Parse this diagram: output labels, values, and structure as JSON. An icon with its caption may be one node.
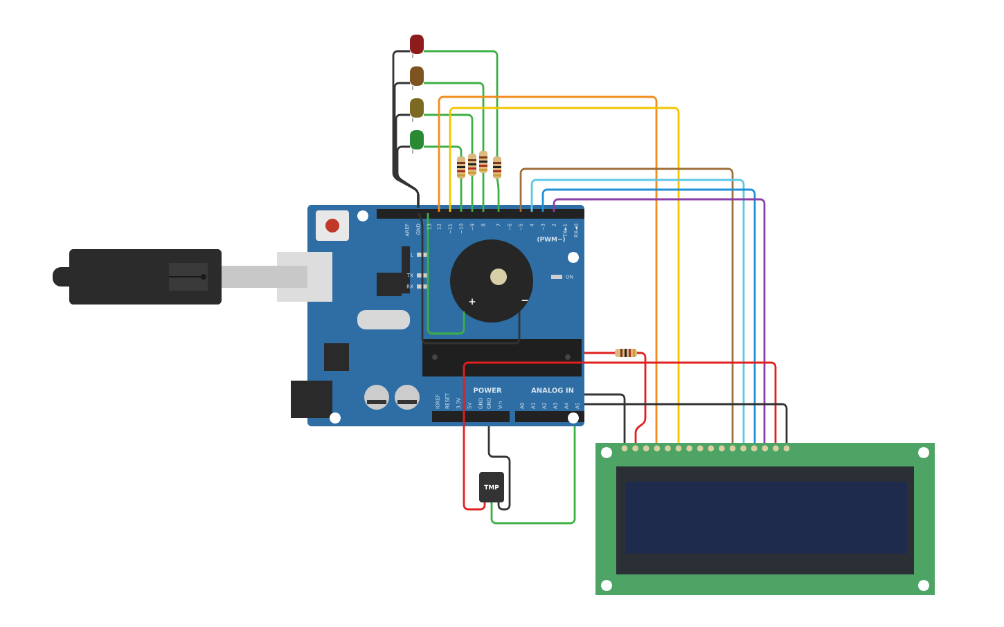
{
  "diagram": {
    "nodes": [
      {
        "text": [],
        "shape": "led"
      },
      {
        "text": [],
        "shape": "led"
      },
      {
        "text": [],
        "shape": "led"
      },
      {
        "text": [],
        "shape": "led"
      },
      {
        "text": [],
        "shape": "resistor"
      },
      {
        "text": [],
        "shape": "resistor"
      },
      {
        "text": [],
        "shape": "resistor"
      },
      {
        "text": [],
        "shape": "resistor"
      },
      {
        "text": [],
        "shape": "resistor"
      },
      {
        "text": [],
        "shape": "board"
      },
      {
        "text": [],
        "shape": "buzzer",
        "in": 9
      },
      {
        "text": [
          "TMP"
        ]
      },
      {
        "text": [],
        "shape": "display"
      },
      {
        "text": [],
        "shape": "cable"
      }
    ],
    "edges": [
      {
        "from": 0,
        "to": 9,
        "arrow": "none",
        "color": "#333333"
      },
      {
        "from": 1,
        "to": 9,
        "arrow": "none",
        "color": "#333333"
      },
      {
        "from": 2,
        "to": 9,
        "arrow": "none",
        "color": "#333333"
      },
      {
        "from": 3,
        "to": 9,
        "arrow": "none",
        "color": "#333333"
      },
      {
        "from": 0,
        "to": 7,
        "arrow": "none",
        "color": "#3cb043"
      },
      {
        "from": 1,
        "to": 6,
        "arrow": "none",
        "color": "#3cb043"
      },
      {
        "from": 2,
        "to": 5,
        "arrow": "none",
        "color": "#3cb043"
      },
      {
        "from": 3,
        "to": 4,
        "arrow": "none",
        "color": "#3cb043"
      },
      {
        "from": 4,
        "to": 9,
        "arrow": "none",
        "color": "#3cb043"
      },
      {
        "from": 5,
        "to": 9,
        "arrow": "none",
        "color": "#3cb043"
      },
      {
        "from": 6,
        "to": 9,
        "arrow": "none",
        "color": "#3cb043"
      },
      {
        "from": 7,
        "to": 9,
        "arrow": "none",
        "color": "#3cb043"
      },
      {
        "from": 10,
        "to": 9,
        "arrow": "none",
        "color": "#3cb043"
      },
      {
        "from": 10,
        "to": 9,
        "arrow": "none",
        "color": "#333333"
      },
      {
        "from": 9,
        "to": 12,
        "arrow": "none",
        "color": "#f28c1c"
      },
      {
        "from": 9,
        "to": 12,
        "arrow": "none",
        "color": "#f2c500"
      },
      {
        "from": 9,
        "to": 12,
        "arrow": "none",
        "color": "#a0703c"
      },
      {
        "from": 9,
        "to": 12,
        "arrow": "none",
        "color": "#5cc8e6"
      },
      {
        "from": 9,
        "to": 12,
        "arrow": "none",
        "color": "#1f8fd6"
      },
      {
        "from": 9,
        "to": 12,
        "arrow": "none",
        "color": "#8a3fa8"
      },
      {
        "from": 11,
        "to": 12,
        "arrow": "none",
        "color": "#e02020"
      },
      {
        "from": 9,
        "to": 8,
        "arrow": "none",
        "color": "#e02020"
      },
      {
        "from": 8,
        "to": 12,
        "arrow": "none",
        "color": "#e02020"
      },
      {
        "from": 9,
        "to": 12,
        "arrow": "none",
        "color": "#333333"
      },
      {
        "from": 9,
        "to": 12,
        "arrow": "none",
        "color": "#333333"
      },
      {
        "from": 11,
        "to": 9,
        "arrow": "none",
        "color": "#333333"
      },
      {
        "from": 11,
        "to": 9,
        "arrow": "none",
        "color": "#3cb043"
      },
      {
        "from": 13,
        "to": 9,
        "arrow": "none",
        "style": "thick",
        "color": "#c8c8c8"
      }
    ],
    "labels": [
      "AREF",
      "GND",
      "13",
      "12",
      "~11",
      "~10",
      "~9",
      "8",
      "7",
      "~6",
      "~5",
      "4",
      "~3",
      "2",
      "TX►1",
      "RX◄0",
      "(PWM~)",
      "L",
      "TX",
      "RX",
      "ON",
      "POWER",
      "ANALOG IN",
      "IOREF",
      "RESET",
      "3.3V",
      "5V",
      "GND",
      "GND",
      "Vin",
      "A0",
      "A1",
      "A2",
      "A3",
      "A4",
      "A5",
      "+",
      "−"
    ]
  }
}
